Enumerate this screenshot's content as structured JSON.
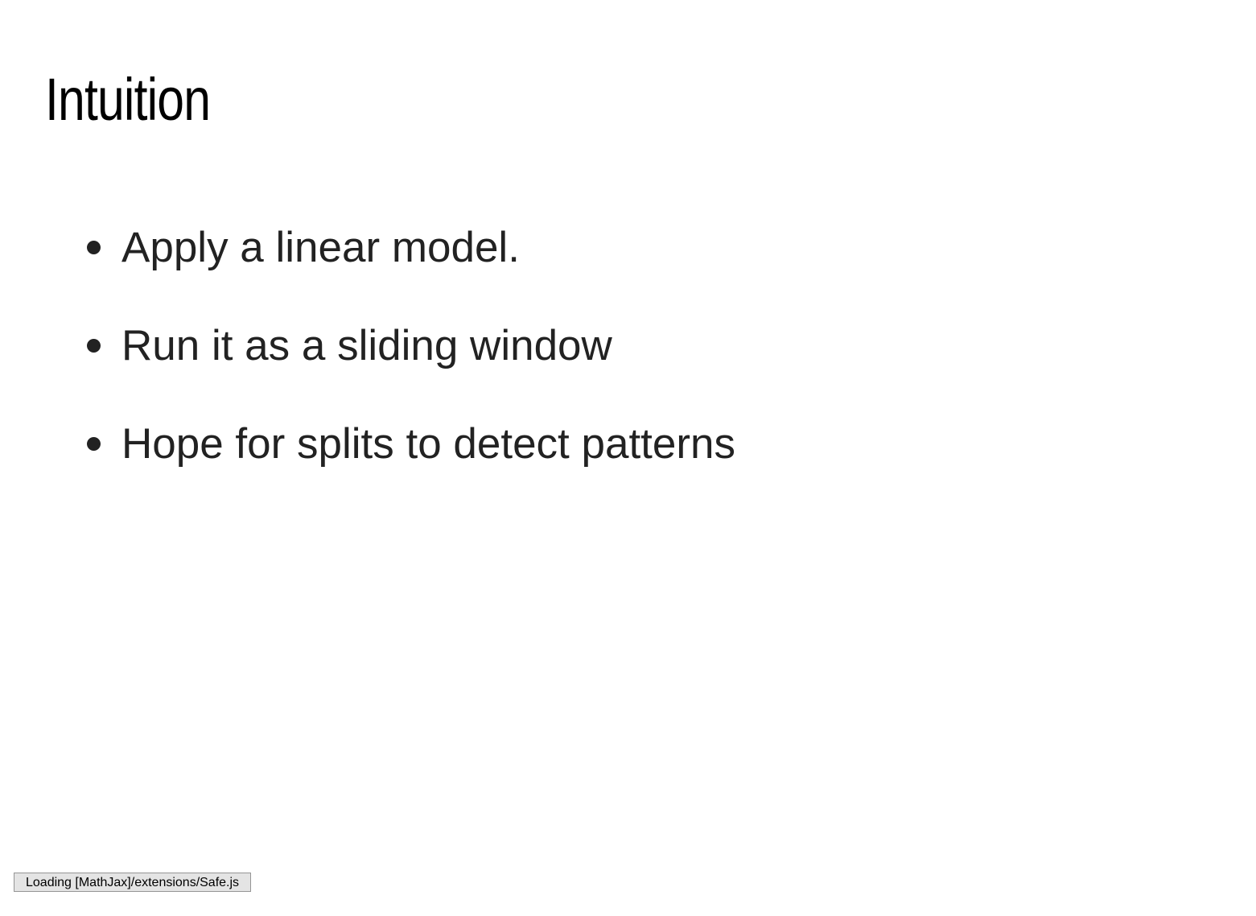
{
  "slide": {
    "title": "Intuition",
    "bullets": [
      "Apply a linear model.",
      "Run it as a sliding window",
      "Hope for splits to detect patterns"
    ]
  },
  "status": {
    "message": "Loading [MathJax]/extensions/Safe.js"
  }
}
